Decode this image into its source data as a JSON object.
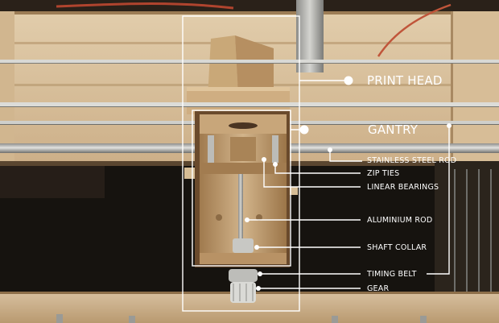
{
  "photo": {
    "subject": "3D printer print head assembly on wooden frame",
    "colors": {
      "wood_light": "#d9c3a0",
      "wood_mid": "#c2a47a",
      "wood_dark": "#8a6a45",
      "background_dark": "#141210",
      "steel": "#b9b9b6",
      "belt": "#d6d6d2",
      "annotation": "#ffffff"
    }
  },
  "annotations": {
    "print_head": "PRINT HEAD",
    "gantry": "GANTRY",
    "stainless_steel_rod": "STAINLESS STEEL ROD",
    "zip_ties": "ZIP TIES",
    "linear_bearings": "LINEAR BEARINGS",
    "aluminium_rod": "ALUMINIUM ROD",
    "shaft_collar": "SHAFT COLLAR",
    "timing_belt": "TIMING BELT",
    "gear": "GEAR"
  }
}
